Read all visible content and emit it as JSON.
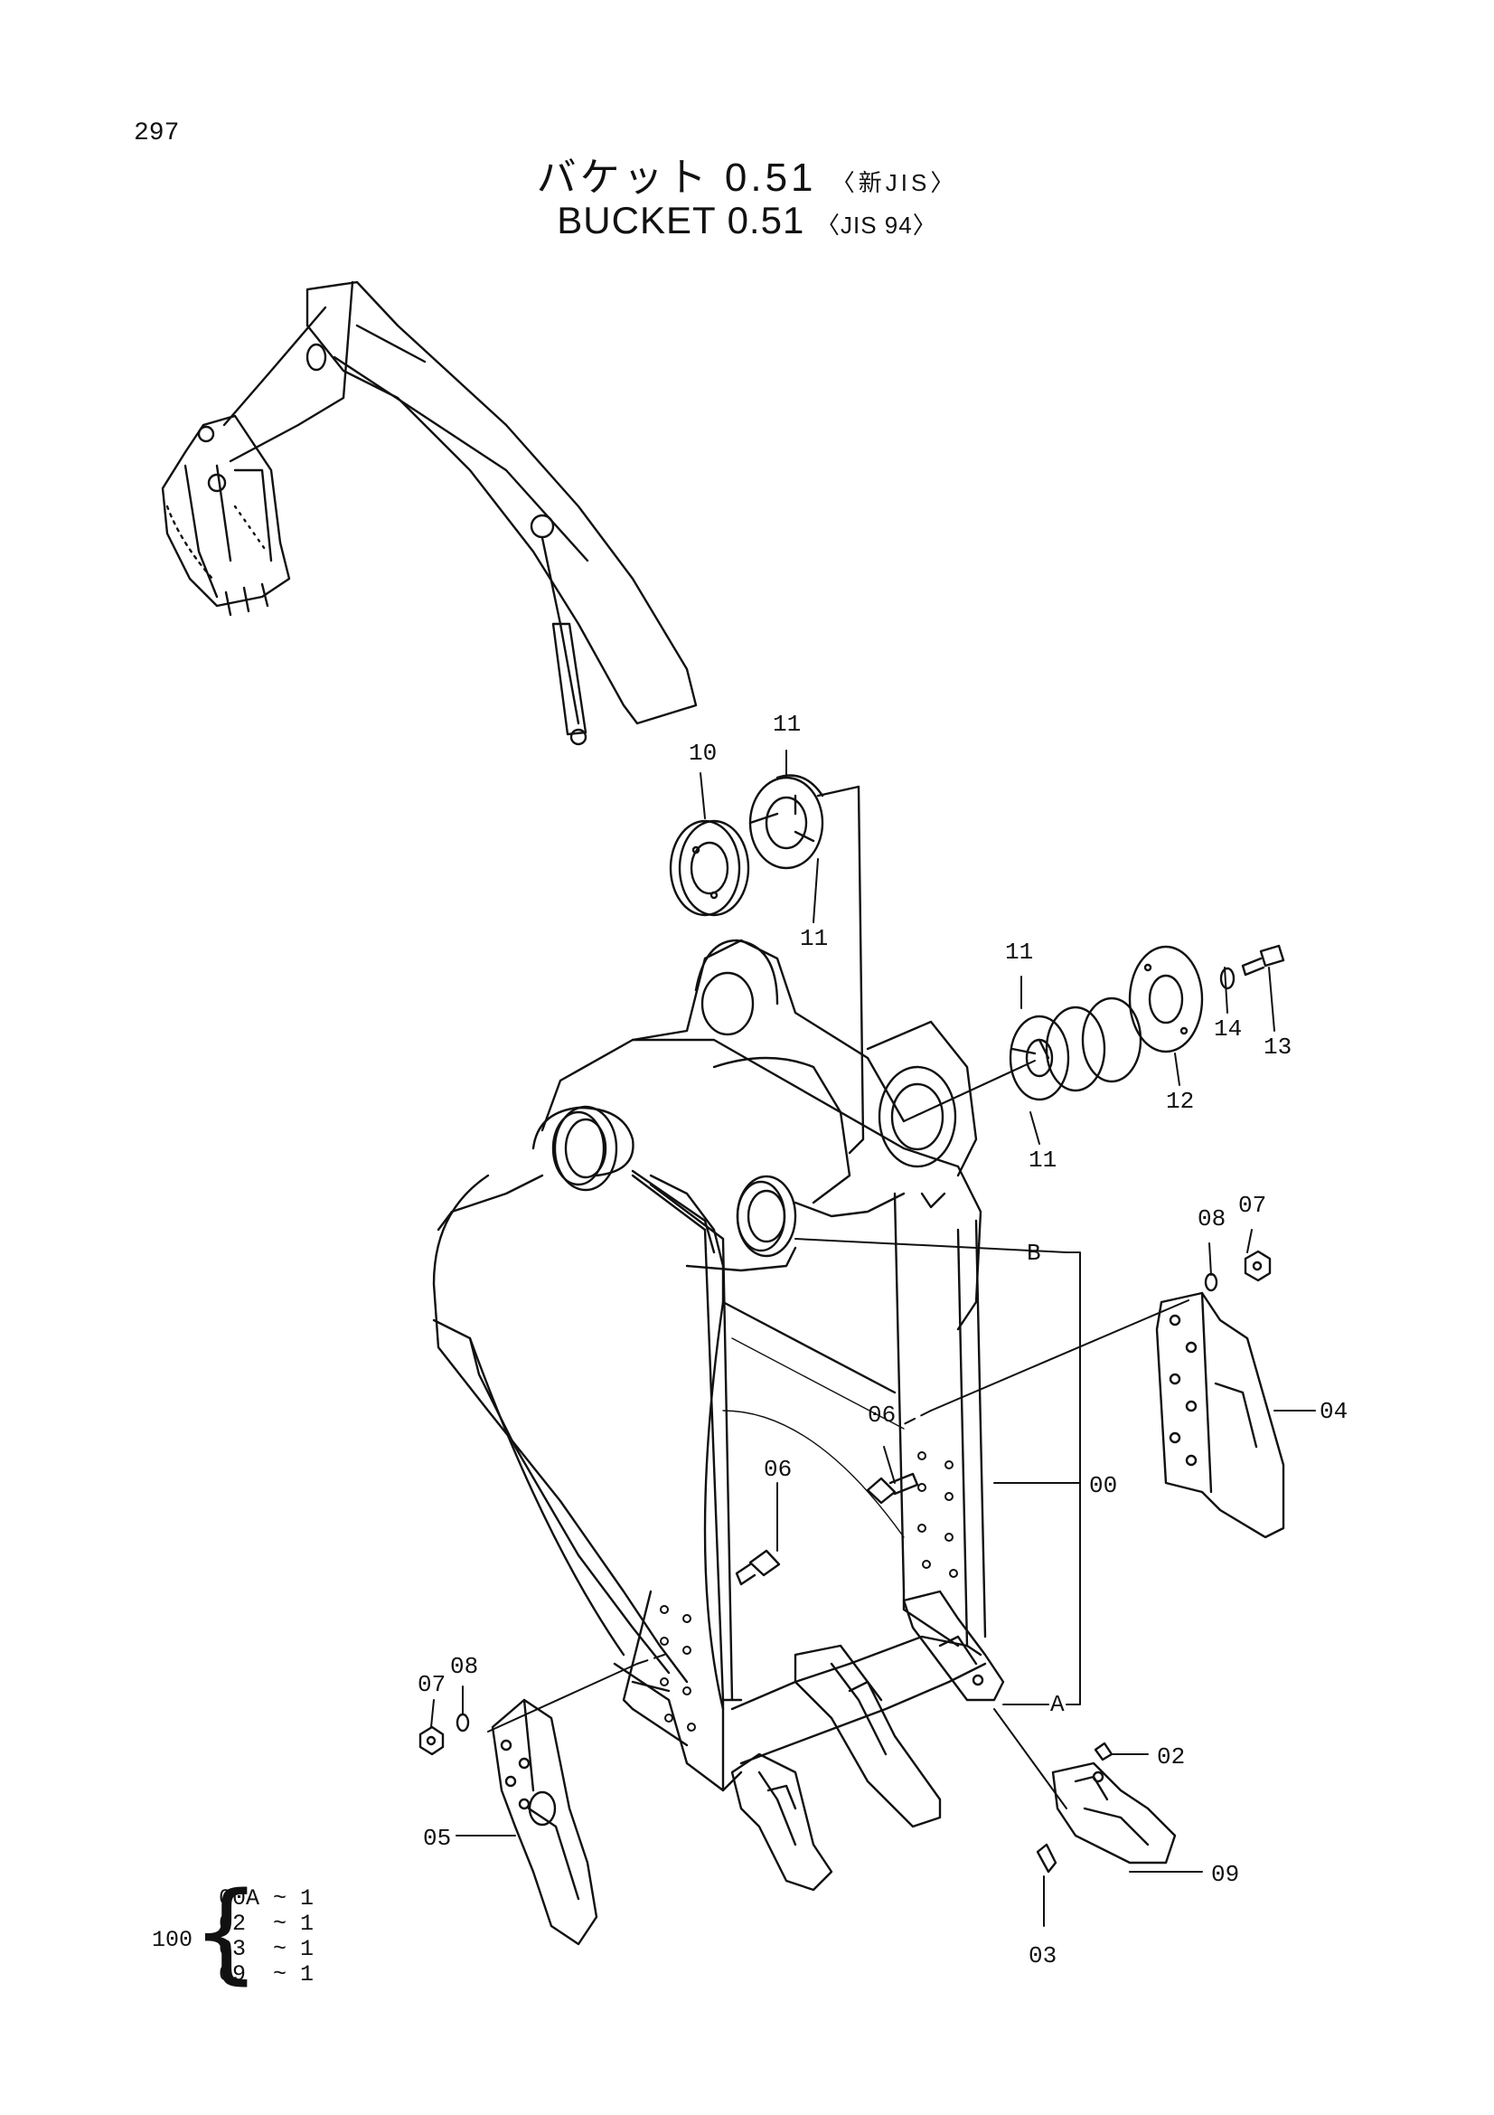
{
  "page_number": "297",
  "title": {
    "jp_main": "バケット 0.51",
    "jp_spec": "〈新JIS〉",
    "en_main": "BUCKET 0.51",
    "en_spec": "〈JIS 94〉"
  },
  "callouts": [
    {
      "id": "p00",
      "text": "00"
    },
    {
      "id": "p02",
      "text": "02"
    },
    {
      "id": "p03",
      "text": "03"
    },
    {
      "id": "p04",
      "text": "04"
    },
    {
      "id": "p05",
      "text": "05"
    },
    {
      "id": "p06a",
      "text": "06"
    },
    {
      "id": "p06b",
      "text": "06"
    },
    {
      "id": "p07a",
      "text": "07"
    },
    {
      "id": "p07b",
      "text": "07"
    },
    {
      "id": "p08a",
      "text": "08"
    },
    {
      "id": "p08b",
      "text": "08"
    },
    {
      "id": "p09",
      "text": "09"
    },
    {
      "id": "p10",
      "text": "10"
    },
    {
      "id": "p11a",
      "text": "11"
    },
    {
      "id": "p11b",
      "text": "11"
    },
    {
      "id": "p11c",
      "text": "11"
    },
    {
      "id": "p11d",
      "text": "11"
    },
    {
      "id": "p12",
      "text": "12"
    },
    {
      "id": "p13",
      "text": "13"
    },
    {
      "id": "p14",
      "text": "14"
    },
    {
      "id": "refA",
      "text": "A"
    },
    {
      "id": "refB",
      "text": "B"
    }
  ],
  "kit": {
    "number": "100",
    "items": [
      "00A ~ 1",
      "02  ~ 1",
      "03  ~ 1",
      "09  ~ 1"
    ]
  }
}
